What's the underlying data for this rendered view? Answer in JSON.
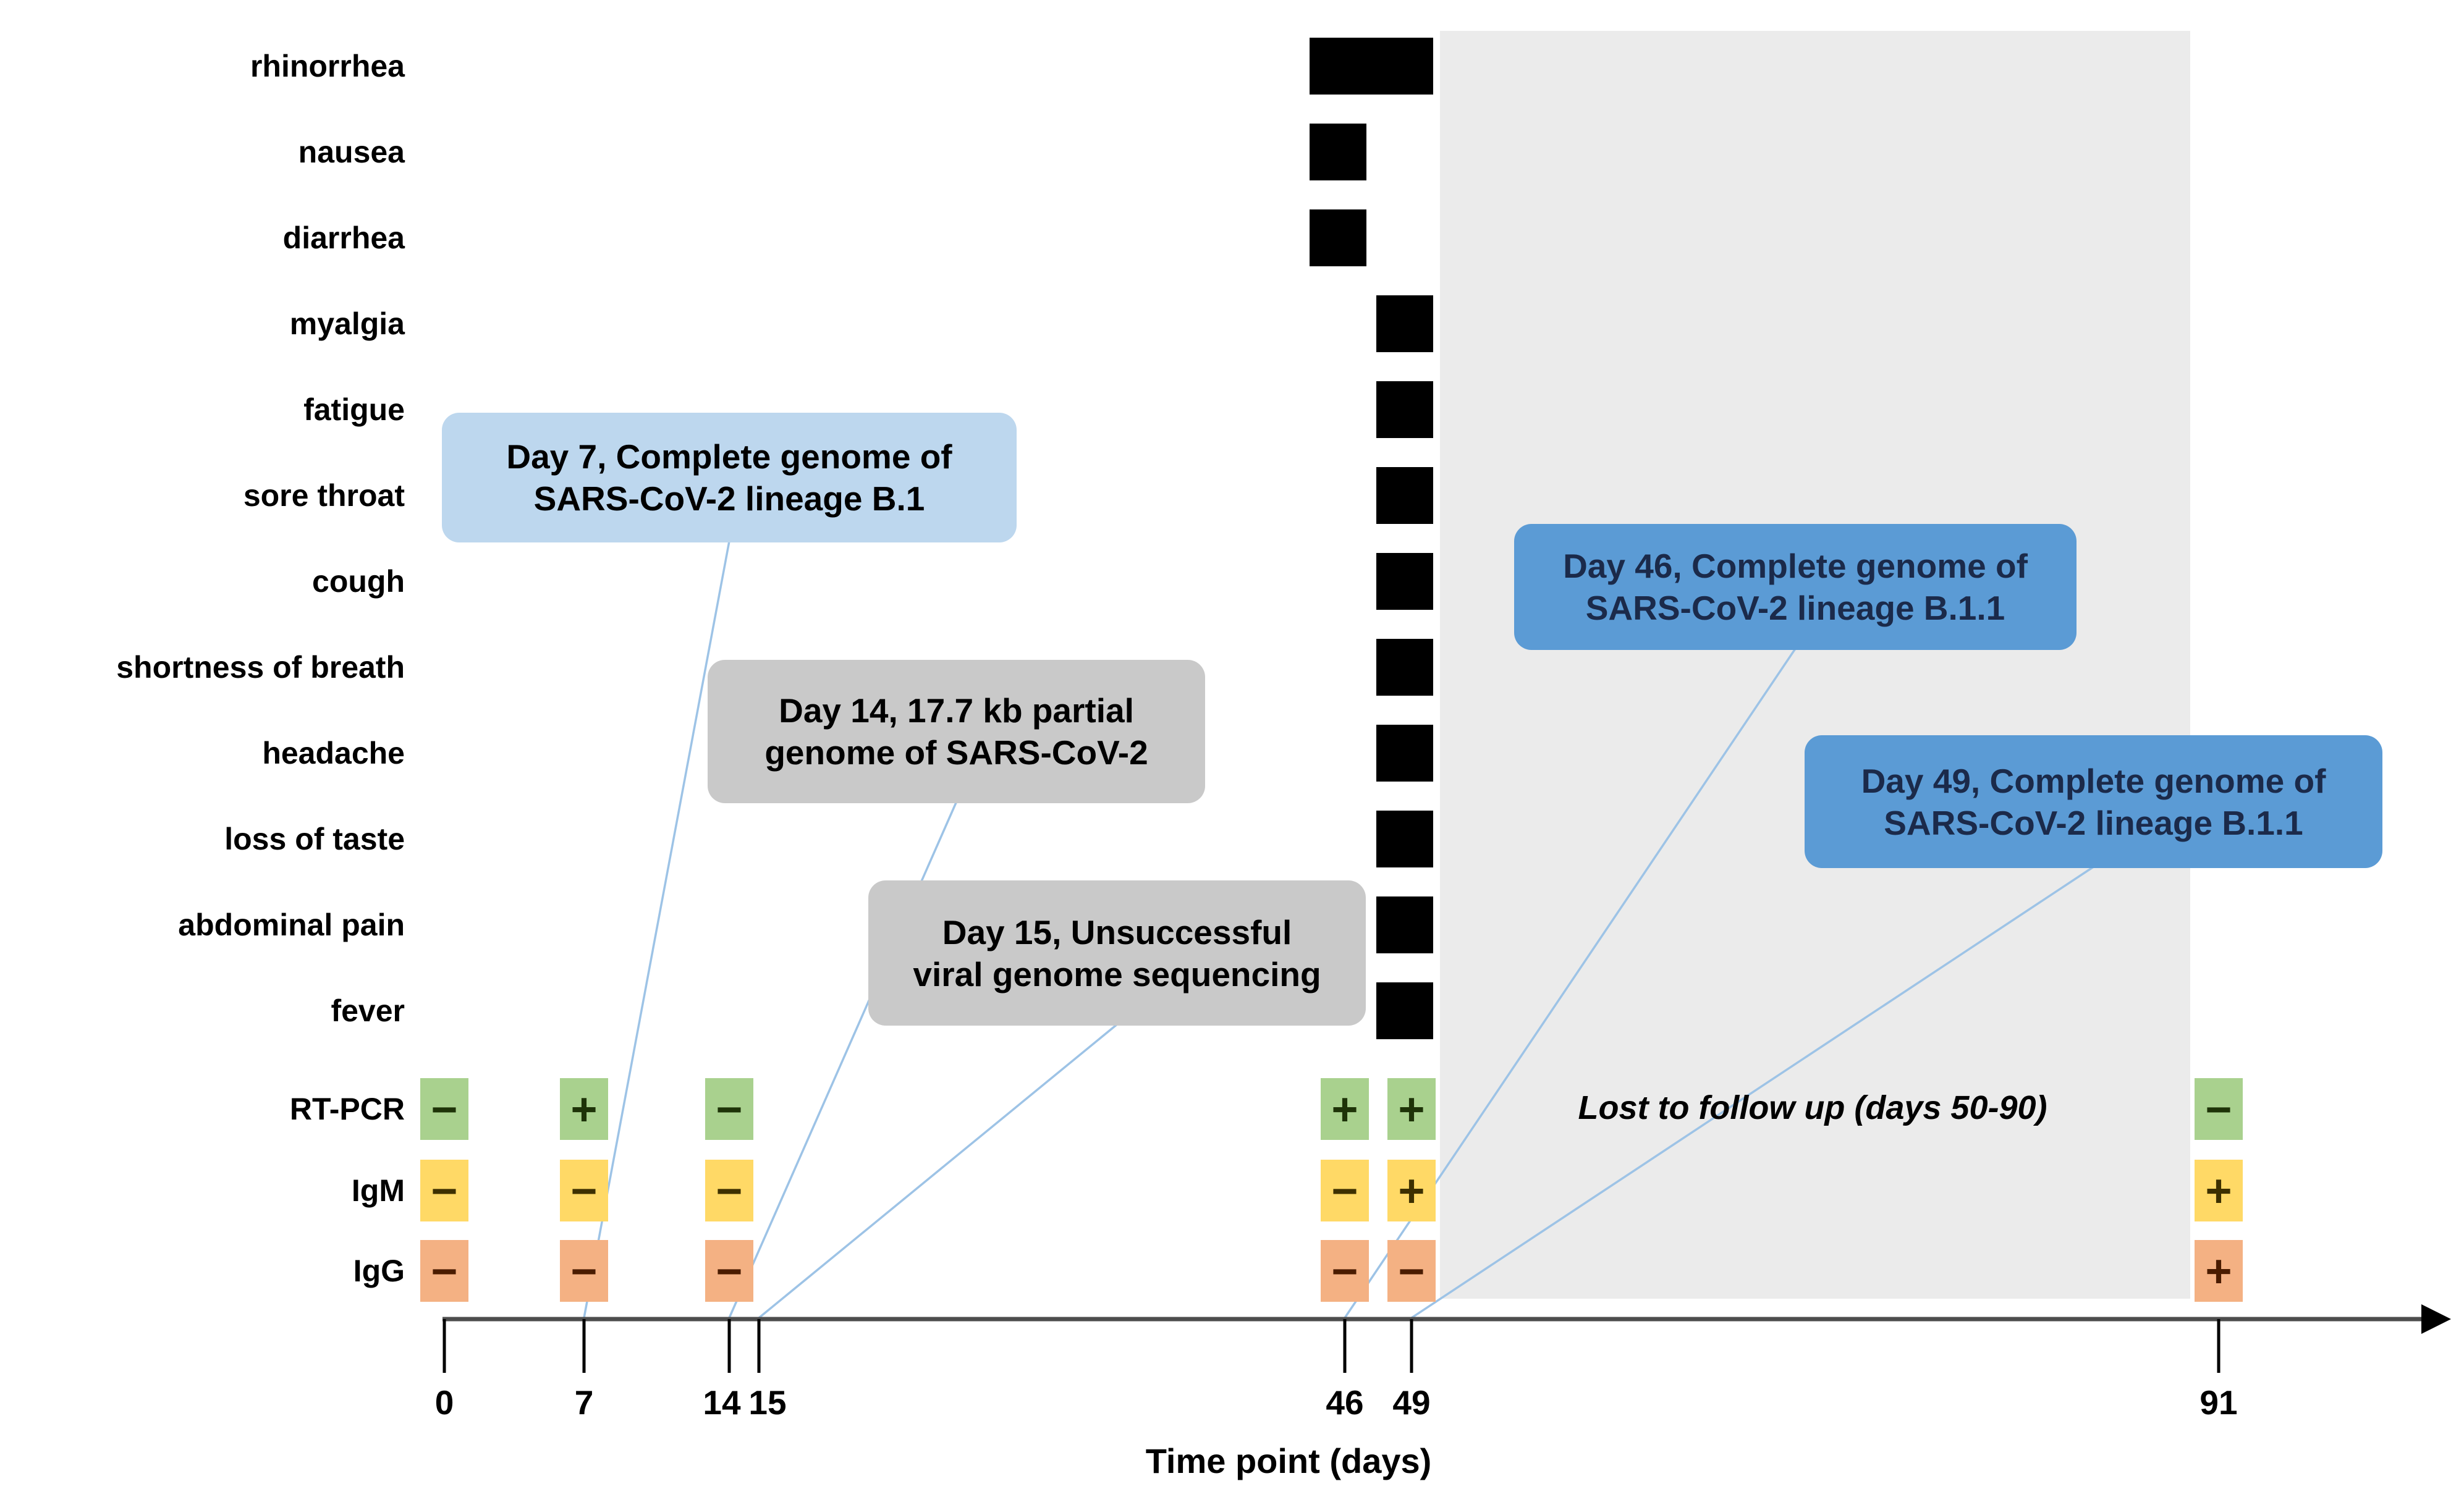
{
  "chart_data": {
    "type": "timeline",
    "title": "",
    "xlabel": "Time point (days)",
    "x_ticks": [
      0,
      7,
      14,
      15,
      46,
      49,
      91
    ],
    "symptom_rows": [
      {
        "label": "rhinorrhea",
        "episodes": [
          {
            "from": 46,
            "to": 49
          }
        ]
      },
      {
        "label": "nausea",
        "episodes": [
          {
            "from": 46,
            "to": 46
          }
        ]
      },
      {
        "label": "diarrhea",
        "episodes": [
          {
            "from": 46,
            "to": 46
          }
        ]
      },
      {
        "label": "myalgia",
        "episodes": [
          {
            "from": 49,
            "to": 49
          }
        ]
      },
      {
        "label": "fatigue",
        "episodes": [
          {
            "from": 49,
            "to": 49
          }
        ]
      },
      {
        "label": "sore throat",
        "episodes": [
          {
            "from": 49,
            "to": 49
          }
        ]
      },
      {
        "label": "cough",
        "episodes": [
          {
            "from": 49,
            "to": 49
          }
        ]
      },
      {
        "label": "shortness of breath",
        "episodes": [
          {
            "from": 49,
            "to": 49
          }
        ]
      },
      {
        "label": "headache",
        "episodes": [
          {
            "from": 49,
            "to": 49
          }
        ]
      },
      {
        "label": "loss of taste",
        "episodes": [
          {
            "from": 49,
            "to": 49
          }
        ]
      },
      {
        "label": "abdominal pain",
        "episodes": [
          {
            "from": 49,
            "to": 49
          }
        ]
      },
      {
        "label": "fever",
        "episodes": [
          {
            "from": 49,
            "to": 49
          }
        ]
      }
    ],
    "test_rows": [
      {
        "label": "RT-PCR",
        "results": [
          {
            "day": 0,
            "value": "−"
          },
          {
            "day": 7,
            "value": "+"
          },
          {
            "day": 14,
            "value": "−"
          },
          {
            "day": 46,
            "value": "+"
          },
          {
            "day": 49,
            "value": "+"
          },
          {
            "day": 91,
            "value": "−"
          }
        ]
      },
      {
        "label": "IgM",
        "results": [
          {
            "day": 0,
            "value": "−"
          },
          {
            "day": 7,
            "value": "−"
          },
          {
            "day": 14,
            "value": "−"
          },
          {
            "day": 46,
            "value": "−"
          },
          {
            "day": 49,
            "value": "+"
          },
          {
            "day": 91,
            "value": "+"
          }
        ]
      },
      {
        "label": "IgG",
        "results": [
          {
            "day": 0,
            "value": "−"
          },
          {
            "day": 7,
            "value": "−"
          },
          {
            "day": 14,
            "value": "−"
          },
          {
            "day": 46,
            "value": "−"
          },
          {
            "day": 49,
            "value": "−"
          },
          {
            "day": 91,
            "value": "+"
          }
        ]
      }
    ],
    "annotations": [
      {
        "day": 7,
        "style": "lightblue",
        "lines": [
          "Day 7, Complete genome of",
          "SARS-CoV-2 lineage B.1"
        ]
      },
      {
        "day": 14,
        "style": "gray",
        "lines": [
          "Day 14, 17.7 kb partial",
          "genome of SARS-CoV-2"
        ]
      },
      {
        "day": 15,
        "style": "gray",
        "lines": [
          "Day 15, Unsuccessful",
          "viral genome sequencing"
        ]
      },
      {
        "day": 46,
        "style": "blue",
        "lines": [
          "Day 46, Complete genome of",
          "SARS-CoV-2 lineage B.1.1"
        ]
      },
      {
        "day": 49,
        "style": "blue",
        "lines": [
          "Day 49, Complete genome of",
          "SARS-CoV-2 lineage B.1.1"
        ]
      }
    ],
    "lost_to_follow_up": "Lost to follow up (days 50-90)",
    "legend_position": "none",
    "grid": false
  },
  "colors": {
    "symptom_bar": "#000000",
    "rt_pcr_box": "#a9d18e",
    "igm_box": "#ffd966",
    "igg_box": "#f4b183",
    "callout_lightblue": "#bdd7ee",
    "callout_gray": "#c9c9c9",
    "callout_blue": "#5b9bd5",
    "callout_blue_text": "#1b2a4a",
    "lost_region": "#ebebeb",
    "connector_line": "#9dc3e6",
    "axis_line": "#4d4d4d",
    "tick_line": "#000000"
  }
}
